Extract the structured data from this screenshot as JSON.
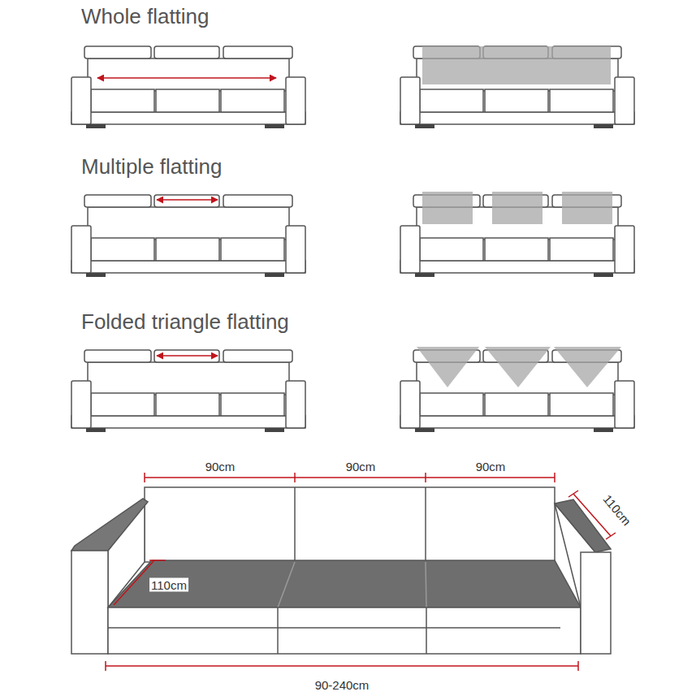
{
  "diagram": {
    "labels": [
      "Whole flatting",
      "Multiple flatting",
      "Folded triangle flatting",
      "90cm",
      "90cm",
      "90cm",
      "110cm",
      "110cm",
      "90-240cm"
    ]
  }
}
